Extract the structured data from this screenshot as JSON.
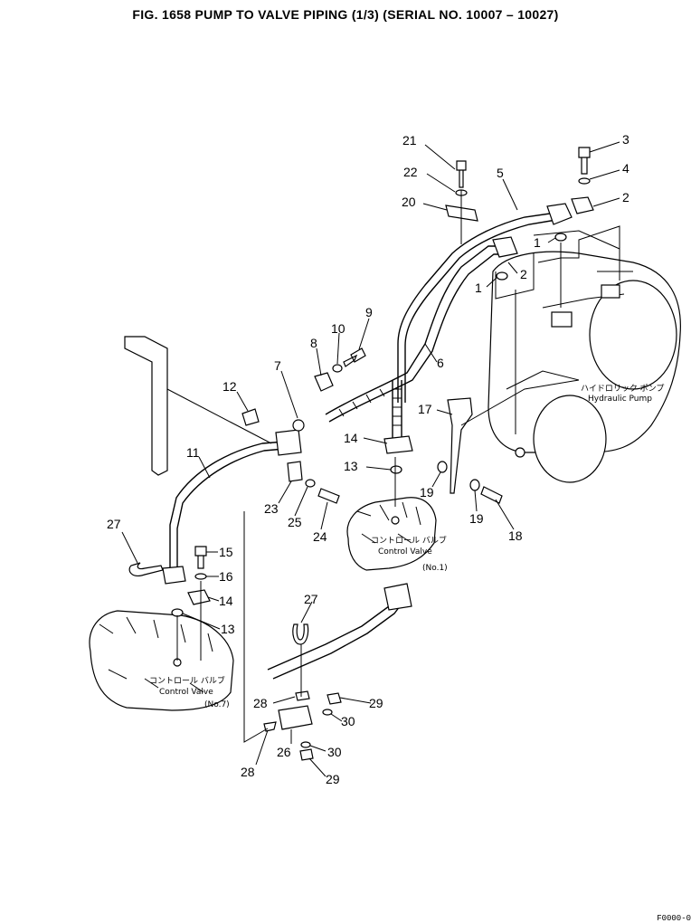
{
  "title": "FIG. 1658  PUMP TO VALVE PIPING (1/3) (SERIAL NO. 10007 – 10027)",
  "callouts": [
    {
      "id": "c21",
      "n": "21"
    },
    {
      "id": "c22",
      "n": "22"
    },
    {
      "id": "c20",
      "n": "20"
    },
    {
      "id": "c5",
      "n": "5"
    },
    {
      "id": "c3",
      "n": "3"
    },
    {
      "id": "c4",
      "n": "4"
    },
    {
      "id": "c2a",
      "n": "2"
    },
    {
      "id": "c1a",
      "n": "1"
    },
    {
      "id": "c2b",
      "n": "2"
    },
    {
      "id": "c1b",
      "n": "1"
    },
    {
      "id": "c9",
      "n": "9"
    },
    {
      "id": "c10",
      "n": "10"
    },
    {
      "id": "c8",
      "n": "8"
    },
    {
      "id": "c6",
      "n": "6"
    },
    {
      "id": "c7",
      "n": "7"
    },
    {
      "id": "c12",
      "n": "12"
    },
    {
      "id": "c17",
      "n": "17"
    },
    {
      "id": "c14a",
      "n": "14"
    },
    {
      "id": "c11",
      "n": "11"
    },
    {
      "id": "c13a",
      "n": "13"
    },
    {
      "id": "c19a",
      "n": "19"
    },
    {
      "id": "c19b",
      "n": "19"
    },
    {
      "id": "c18",
      "n": "18"
    },
    {
      "id": "c23",
      "n": "23"
    },
    {
      "id": "c25",
      "n": "25"
    },
    {
      "id": "c24",
      "n": "24"
    },
    {
      "id": "c27a",
      "n": "27"
    },
    {
      "id": "c15",
      "n": "15"
    },
    {
      "id": "c16",
      "n": "16"
    },
    {
      "id": "c14b",
      "n": "14"
    },
    {
      "id": "c13b",
      "n": "13"
    },
    {
      "id": "c27b",
      "n": "27"
    },
    {
      "id": "c28a",
      "n": "28"
    },
    {
      "id": "c29a",
      "n": "29"
    },
    {
      "id": "c30a",
      "n": "30"
    },
    {
      "id": "c26",
      "n": "26"
    },
    {
      "id": "c30b",
      "n": "30"
    },
    {
      "id": "c28b",
      "n": "28"
    },
    {
      "id": "c29b",
      "n": "29"
    }
  ],
  "labels": {
    "pump_jp": "ハイドロリック ポンプ",
    "pump_en": "Hydraulic Pump",
    "cv1_jp": "コントロール バルブ",
    "cv1_en": "Control Valve",
    "cv1_no": "(No.1)",
    "cv7_jp": "コントロール バルブ",
    "cv7_en": "Control Valve",
    "cv7_no": "(No.7)"
  },
  "corner_code": "F0000-0"
}
